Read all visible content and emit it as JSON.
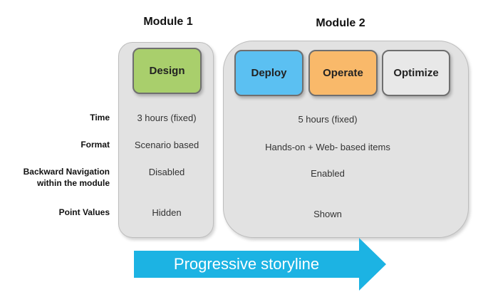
{
  "modules": {
    "module1": {
      "title": "Module 1"
    },
    "module2": {
      "title": "Module 2"
    }
  },
  "phases": {
    "design": {
      "label": "Design",
      "color": "#a9cf6c"
    },
    "deploy": {
      "label": "Deploy",
      "color": "#5bc0f2"
    },
    "operate": {
      "label": "Operate",
      "color": "#f9b96a"
    },
    "optimize": {
      "label": "Optimize",
      "color": "#e8e8e8"
    }
  },
  "rows": [
    {
      "label": "Time",
      "module1": "3 hours (fixed)",
      "module2": "5 hours (fixed)"
    },
    {
      "label": "Format",
      "module1": "Scenario based",
      "module2": "Hands-on + Web- based items"
    },
    {
      "label_line1": "Backward Navigation",
      "label_line2": "within the module",
      "module1": "Disabled",
      "module2": "Enabled"
    },
    {
      "label": "Point Values",
      "module1": "Hidden",
      "module2": "Shown"
    }
  ],
  "arrow": {
    "label": "Progressive storyline",
    "color": "#1cb3e3"
  }
}
